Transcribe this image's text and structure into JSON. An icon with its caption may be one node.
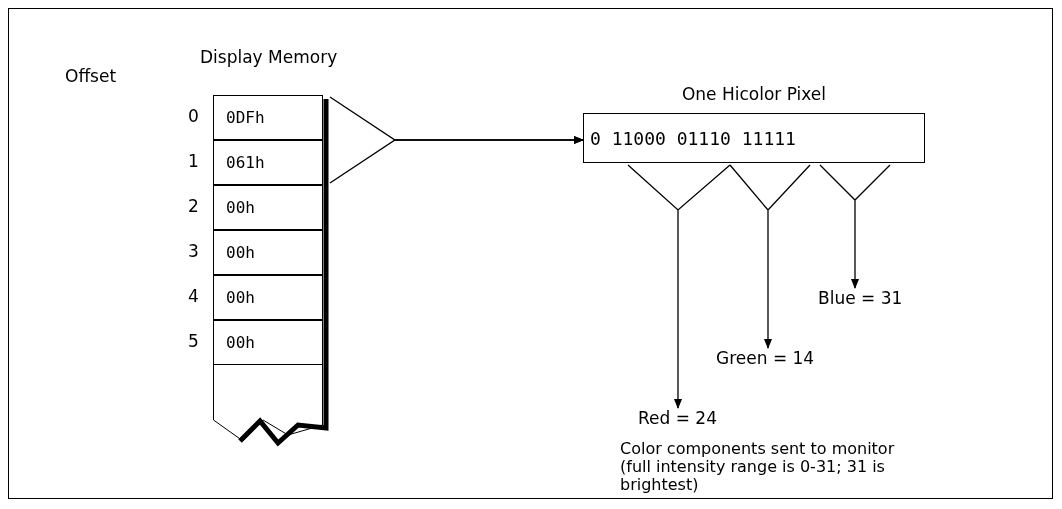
{
  "diagram": {
    "nodes": [
      {
        "text": [
          "Display Memory"
        ]
      },
      {
        "text": [
          "0DFh"
        ],
        "in": 0,
        "beside": [
          "0"
        ]
      },
      {
        "text": [
          "061h"
        ],
        "in": 0,
        "beside": [
          "1"
        ]
      },
      {
        "text": [
          "00h"
        ],
        "in": 0,
        "beside": [
          "2"
        ]
      },
      {
        "text": [
          "00h"
        ],
        "in": 0,
        "beside": [
          "3"
        ]
      },
      {
        "text": [
          "00h"
        ],
        "in": 0,
        "beside": [
          "4"
        ]
      },
      {
        "text": [
          "00h"
        ],
        "in": 0,
        "beside": [
          "5"
        ]
      },
      {
        "text": [],
        "shape": "box",
        "in": 0
      },
      {
        "text": [
          "One Hicolor Pixel",
          "0 11000 01110 11111"
        ]
      },
      {
        "text": [
          "Blue = 31"
        ]
      },
      {
        "text": [
          "Green = 14"
        ]
      },
      {
        "text": [
          "Red = 24"
        ]
      }
    ],
    "edges": [
      {
        "from": 1,
        "to": 8,
        "arrow": "to"
      },
      {
        "from": 2,
        "to": 8,
        "arrow": "to"
      },
      {
        "from": 8,
        "to": 11,
        "arrow": "to"
      },
      {
        "from": 8,
        "to": 10,
        "arrow": "to"
      },
      {
        "from": 8,
        "to": 9,
        "arrow": "to"
      }
    ],
    "labels": [
      "Offset",
      "Color components sent to monitor (full intensity range is 0-31; 31 is brightest)"
    ]
  }
}
